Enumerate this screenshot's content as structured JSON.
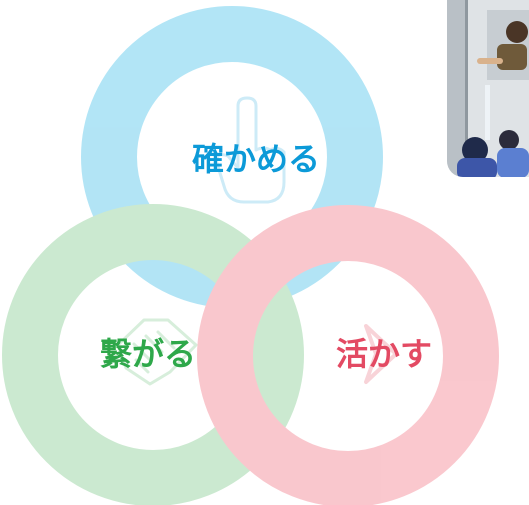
{
  "labels": {
    "top": "確かめる",
    "bottom_left": "繋がる",
    "bottom_right": "活かす"
  },
  "icons": {
    "top": "pointing-hand-icon",
    "bottom_left": "handshake-icon",
    "bottom_right": "chevron-right-icon"
  },
  "colors": {
    "top": "#7fd3f0",
    "bottom_left": "#a9dbb1",
    "bottom_right": "#f6a3ad",
    "top_text": "#0c9ad8",
    "bottom_left_text": "#2ea84a",
    "bottom_right_text": "#e34a63"
  }
}
